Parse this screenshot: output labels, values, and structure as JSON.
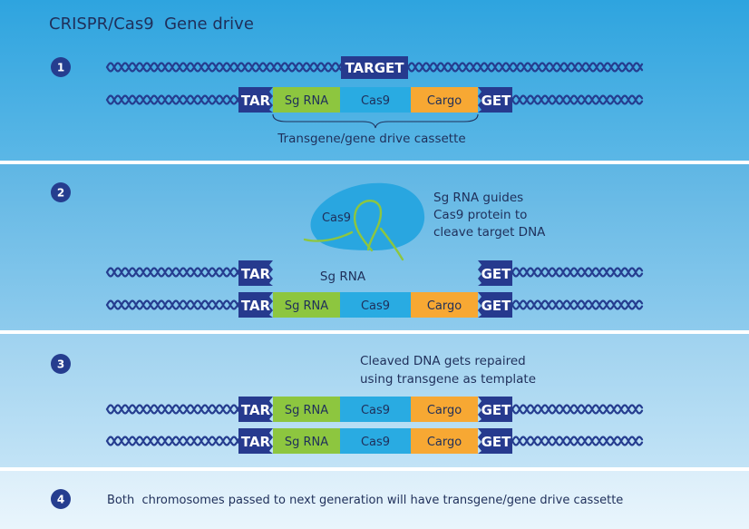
{
  "title": "CRISPR/Cas9  Gene drive",
  "steps": [
    {
      "number": "1"
    },
    {
      "number": "2"
    },
    {
      "number": "3"
    },
    {
      "number": "4"
    }
  ],
  "labels": {
    "target": "TARGET",
    "tar": "TAR",
    "get": "GET",
    "sg_rna": "Sg RNA",
    "cas9": "Cas9",
    "cargo": "Cargo",
    "cassette_caption": "Transgene/gene drive cassette",
    "cas9_protein": "Cas9",
    "sg_rna_strand": "Sg RNA"
  },
  "notes": {
    "step2_line1": "Sg RNA guides",
    "step2_line2": "Cas9 protein to",
    "step2_line3": "cleave target DNA",
    "step3_line1": "Cleaved DNA gets repaired",
    "step3_line2": "using transgene as template",
    "step4": "Both  chromosomes passed to next generation will have transgene/gene drive cassette"
  },
  "colors": {
    "dna": "#253d8f",
    "tag_fill": "#263a8e",
    "sg_rna": "#8dc63f",
    "cas9": "#29abe2",
    "cargo": "#f7a833",
    "cas9_protein": "#29a6e0",
    "rna_strand": "#8dc63f"
  }
}
